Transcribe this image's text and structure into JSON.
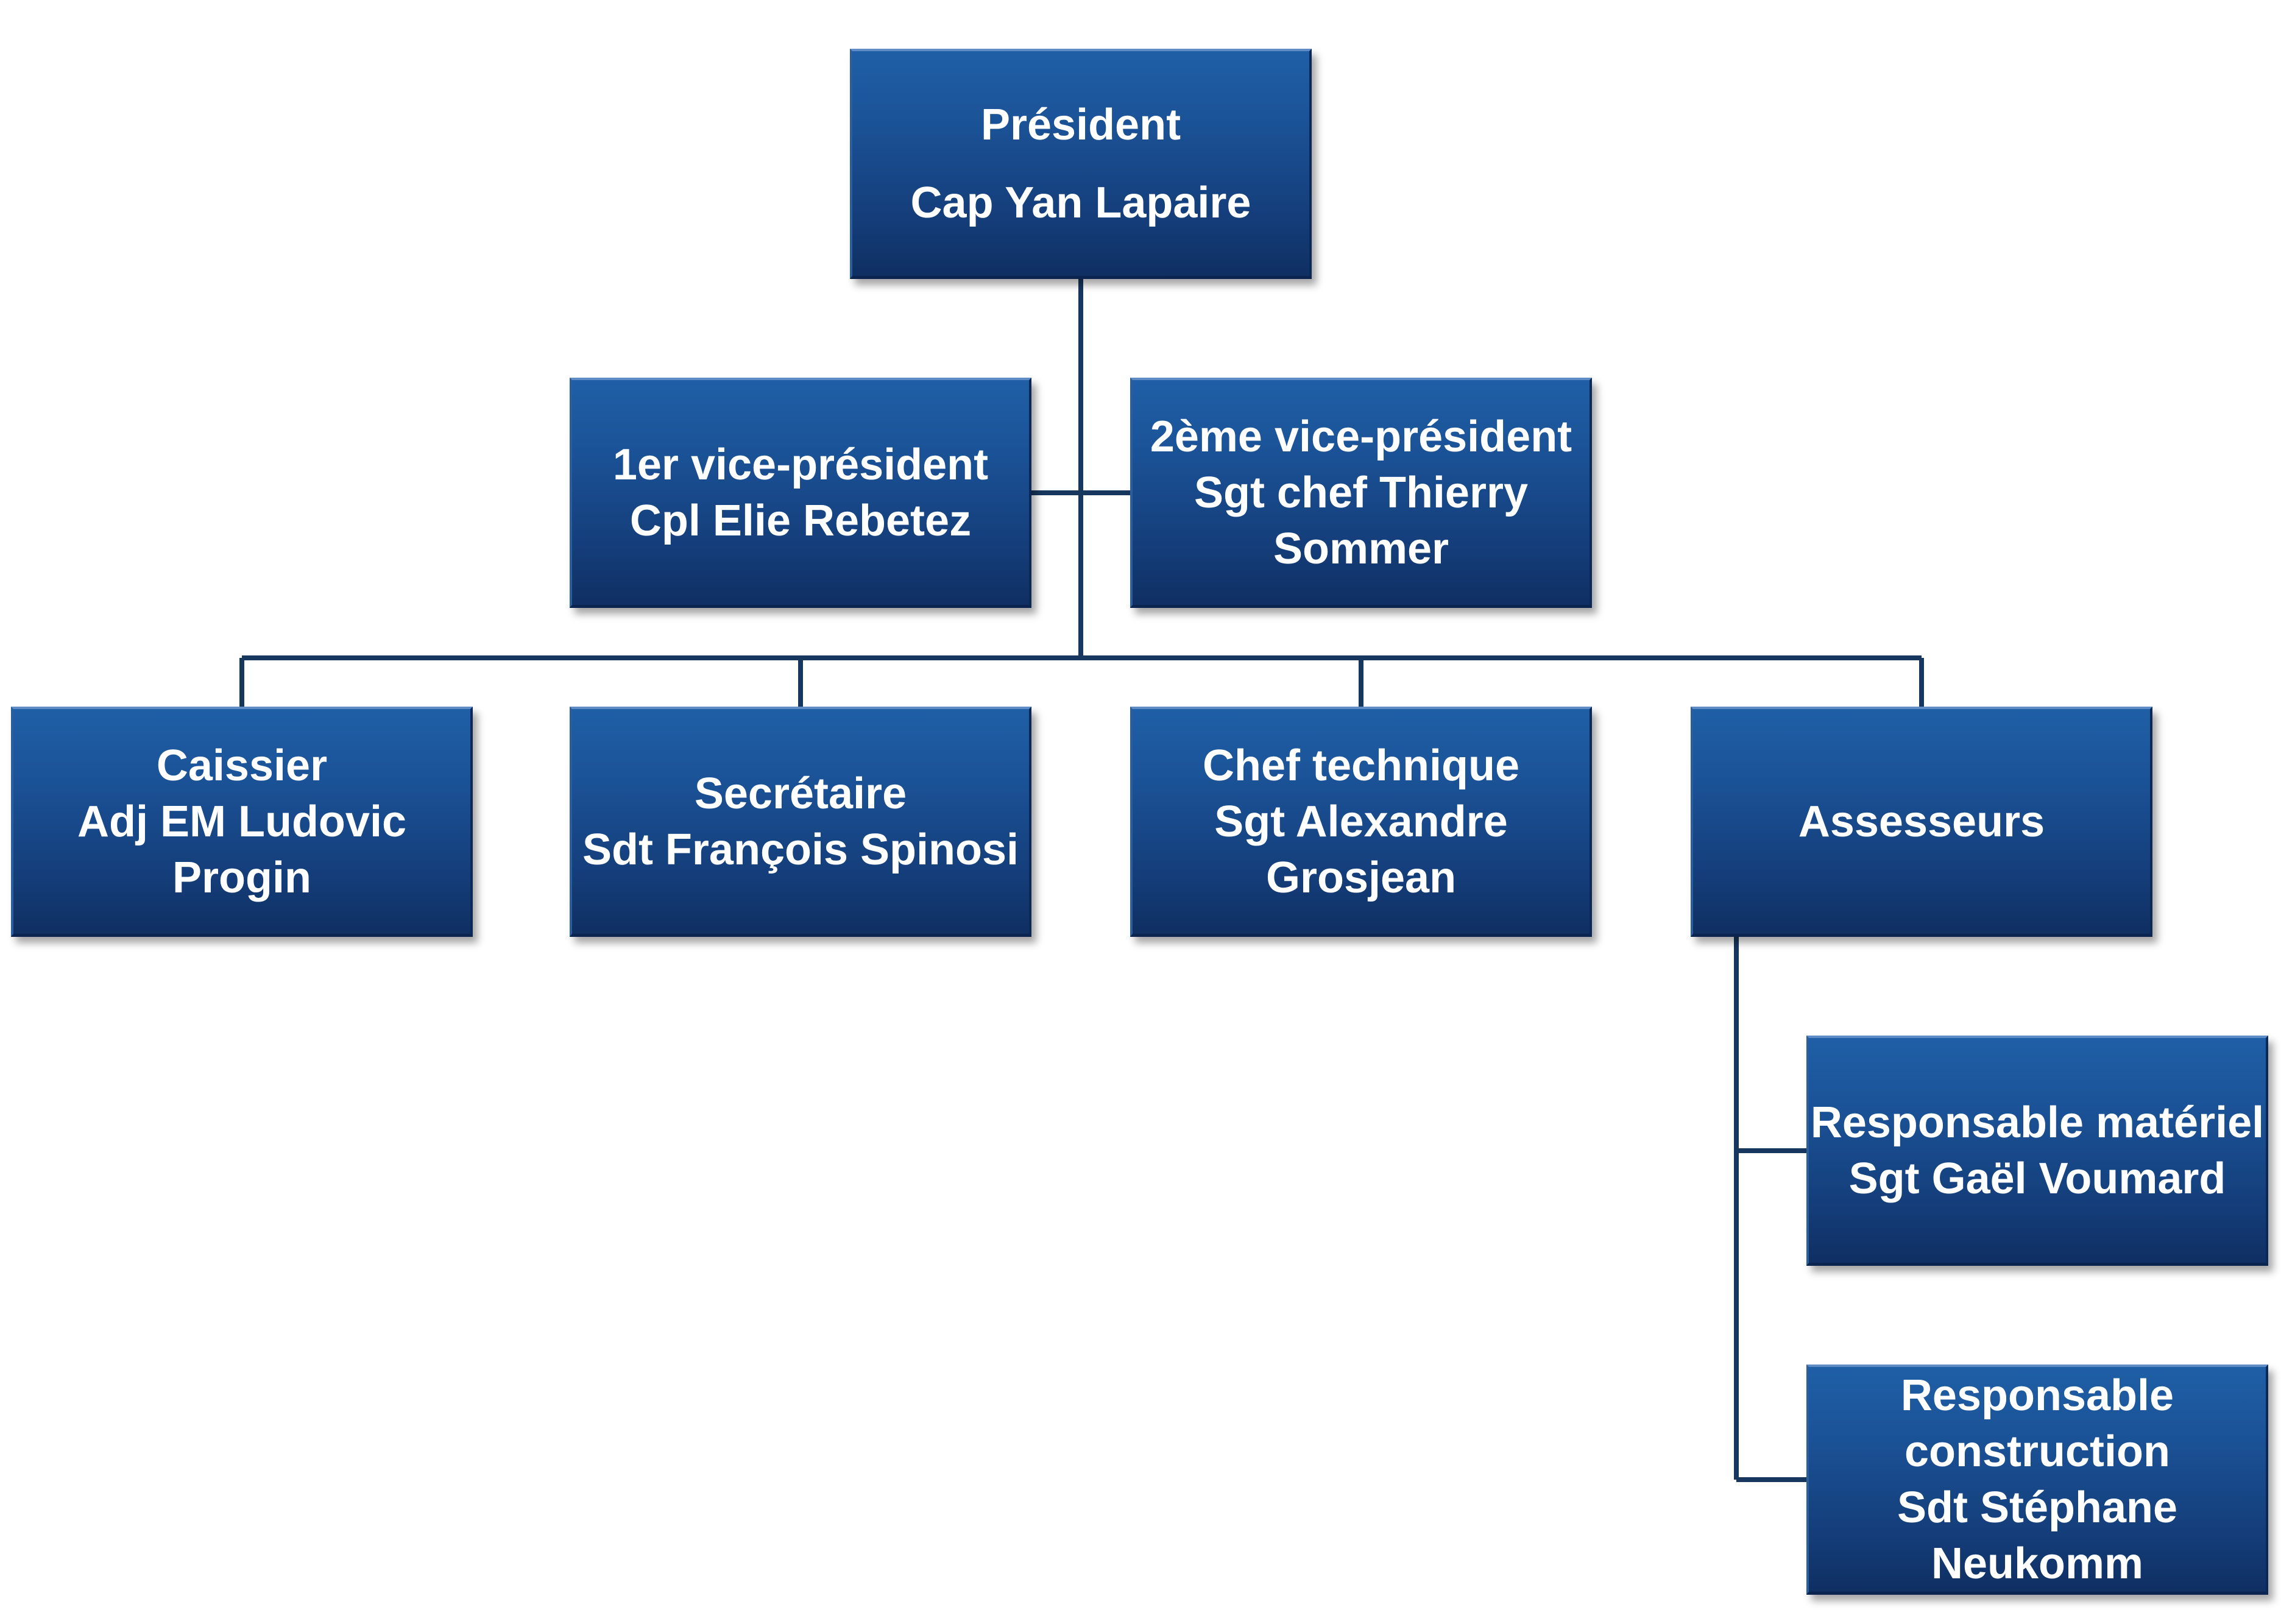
{
  "org_chart": {
    "president": {
      "role": "Président",
      "name": "Cap Yan Lapaire"
    },
    "vice_president_1": {
      "role": "1er vice-président",
      "name": "Cpl Elie Rebetez"
    },
    "vice_president_2": {
      "role": "2ème vice-président",
      "name_line1": "Sgt chef Thierry",
      "name_line2": "Sommer"
    },
    "caissier": {
      "role": "Caissier",
      "name_line1": "Adj EM Ludovic",
      "name_line2": "Progin"
    },
    "secretaire": {
      "role": "Secrétaire",
      "name": "Sdt François Spinosi"
    },
    "chef_technique": {
      "role": "Chef technique",
      "name_line1": "Sgt Alexandre",
      "name_line2": "Grosjean"
    },
    "assesseurs": {
      "role": "Assesseurs"
    },
    "responsable_materiel": {
      "role": "Responsable matériel",
      "name": "Sgt Gaël Voumard"
    },
    "responsable_construction": {
      "role_line1": "Responsable",
      "role_line2": "construction",
      "name_line1": "Sdt Stéphane",
      "name_line2": "Neukomm"
    }
  },
  "colors": {
    "box_fill": "#1b5398",
    "connector": "#17375e",
    "text": "#ffffff"
  }
}
